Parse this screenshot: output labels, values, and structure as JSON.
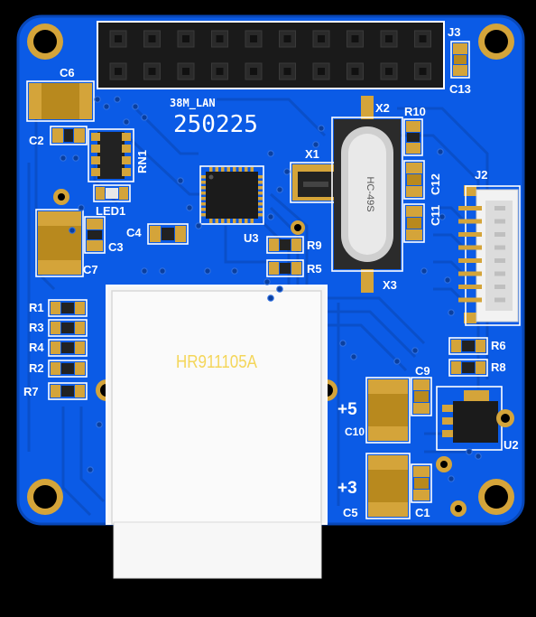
{
  "board": {
    "name": "38M_LAN",
    "date_code": "250225",
    "colors": {
      "pcb": "#0b5be6",
      "copper": "#d4a43a",
      "silkscreen": "#ffffff",
      "background": "#000000",
      "jack_label": "#f4d65a"
    }
  },
  "labels": {
    "j3": "J3",
    "c13": "C13",
    "c6": "C6",
    "c2": "C2",
    "rn1": "RN1",
    "led1": "LED1",
    "x1": "X1",
    "x2": "X2",
    "x3": "X3",
    "r10": "R10",
    "c12": "C12",
    "c11": "C11",
    "j2": "J2",
    "c4": "C4",
    "c3": "C3",
    "c7": "C7",
    "u3": "U3",
    "r9": "R9",
    "r5": "R5",
    "r1": "R1",
    "r3": "R3",
    "r4": "R4",
    "r2": "R2",
    "r7": "R7",
    "r6": "R6",
    "r8": "R8",
    "c9": "C9",
    "plus5": "+5",
    "c10": "C10",
    "u2": "U2",
    "plus3": "+3",
    "c5": "C5",
    "c1": "C1"
  },
  "jack": {
    "part_number": "HR911105A"
  },
  "crystal": {
    "marking": "HC-49S"
  },
  "header": {
    "rows": 2,
    "columns": 10
  }
}
